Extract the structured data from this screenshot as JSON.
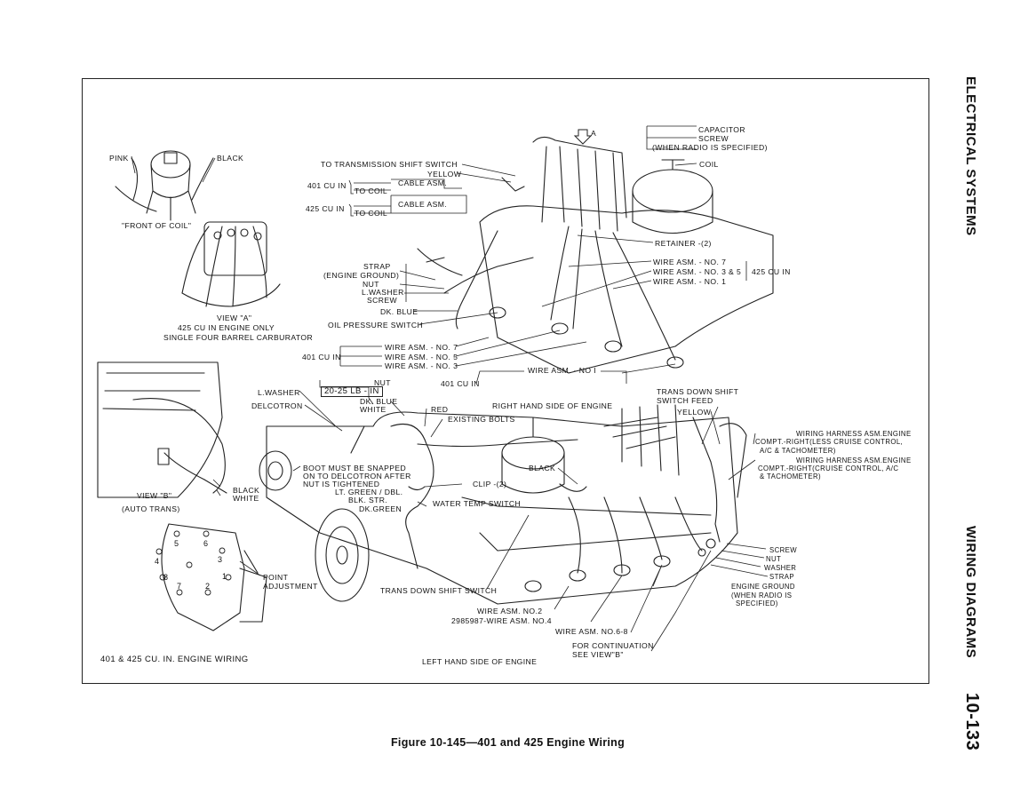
{
  "side": {
    "section": "ELECTRICAL SYSTEMS",
    "chapter": "WIRING DIAGRAMS",
    "page": "10-133"
  },
  "caption": "Figure 10-145—401 and 425 Engine Wiring",
  "labels": {
    "pink": "PINK",
    "black_coil": "BLACK",
    "front_of_coil": "\"FRONT OF COIL\"",
    "view_a": "VIEW \"A\"",
    "engine_only_425": "425 CU IN ENGINE ONLY",
    "single_four_barrel": "SINGLE FOUR BARREL CARBURATOR",
    "to_trans_shift_switch": "TO TRANSMISSION SHIFT SWITCH",
    "yellow_top": "YELLOW",
    "cu401_coil": "401 CU IN",
    "to_coil_1": "TO COIL",
    "cable_asm_1": "CABLE ASM.",
    "cu425_coil": "425 CU IN",
    "to_coil_2": "TO COIL",
    "cable_asm_2": "CABLE ASM.",
    "capacitor": "CAPACITOR",
    "screw_cap": "SCREW",
    "when_radio": "(WHEN RADIO IS SPECIFIED)",
    "coil": "COIL",
    "view_a_arrow": "A",
    "retainer": "RETAINER -(2)",
    "strap": "STRAP",
    "engine_ground": "(ENGINE GROUND)",
    "nut_strap": "NUT",
    "l_washer_strap": "L.WASHER",
    "screw_strap": "SCREW",
    "dk_blue_1": "DK. BLUE",
    "oil_pressure_switch": "OIL PRESSURE SWITCH",
    "wire_no7_425": "WIRE ASM. - NO. 7",
    "wire_no35_425": "WIRE ASM. - NO. 3 & 5",
    "wire_no1_425": "WIRE ASM. - NO. 1",
    "cu425_wires": "425 CU IN",
    "cu401_wires": "401 CU IN",
    "wire_no7_401": "WIRE ASM. - NO. 7",
    "wire_no5_401": "WIRE ASM. - NO. 5",
    "wire_no3_401": "WIRE ASM. - NO. 3",
    "cu401_no1": "401 CU IN",
    "wire_no1_401": "WIRE ASM. - NO I",
    "nut_torque": "NUT",
    "torque": "20-25 LB - IN",
    "l_washer": "L.WASHER",
    "delcotron": "DELCOTRON",
    "dk_blue_2": "DK. BLUE",
    "white": "WHITE",
    "red": "RED",
    "existing_bolts": "EXISTING BOLTS",
    "right_hand_side": "RIGHT HAND SIDE OF ENGINE",
    "trans_down_shift_feed_1": "TRANS DOWN SHIFT",
    "trans_down_shift_feed_2": "SWITCH FEED",
    "yellow_feed": "YELLOW",
    "harness_1a": "WIRING HARNESS ASM.ENGINE",
    "harness_1b": "COMPT.-RIGHT(LESS CRUISE CONTROL,",
    "harness_1c": "A/C & TACHOMETER)",
    "harness_2a": "WIRING HARNESS ASM.ENGINE",
    "harness_2b": "COMPT.-RIGHT(CRUISE CONTROL, A/C",
    "harness_2c": "& TACHOMETER)",
    "boot_1": "BOOT MUST BE SNAPPED",
    "boot_2": "ON TO DELCOTRON AFTER",
    "boot_3": "NUT IS TIGHTENED",
    "lt_green": "LT. GREEN / DBL.",
    "blk_str": "BLK. STR.",
    "dk_green": "DK.GREEN",
    "black_mid": "BLACK",
    "clip": "CLIP -(2)",
    "water_temp": "WATER TEMP SWITCH",
    "view_b": "VIEW \"B\"",
    "auto_trans": "(AUTO TRANS)",
    "black_vb": "BLACK",
    "white_vb": "WHITE",
    "point_adj_1": "POINT",
    "point_adj_2": "ADJUSTMENT",
    "trans_down_shift_switch": "TRANS DOWN SHIFT SWITCH",
    "screw_gnd": "SCREW",
    "nut_gnd": "NUT",
    "washer_gnd": "WASHER",
    "strap_gnd": "STRAP",
    "engine_ground_1": "ENGINE GROUND",
    "engine_ground_2": "(WHEN RADIO IS",
    "engine_ground_3": "SPECIFIED)",
    "wire_no2": "WIRE ASM. NO.2",
    "wire_no4": "2985987-WIRE ASM. NO.4",
    "wire_no68": "WIRE ASM. NO.6-8",
    "continuation_1": "FOR CONTINUATION",
    "continuation_2": "SEE VIEW\"B\"",
    "engine_wiring_title": "401 & 425 CU. IN. ENGINE WIRING",
    "left_hand_side": "LEFT HAND SIDE OF ENGINE"
  },
  "distributor_pins": [
    "1",
    "2",
    "3",
    "4",
    "5",
    "6",
    "7",
    "8"
  ]
}
